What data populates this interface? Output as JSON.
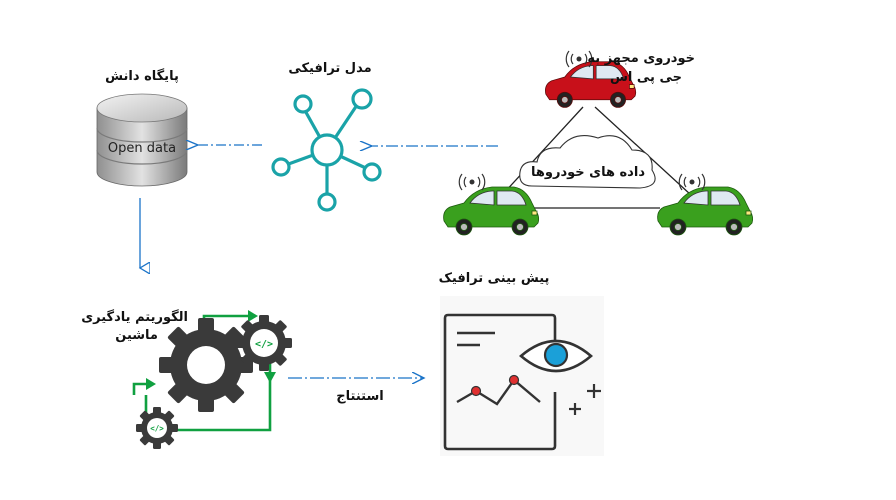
{
  "labels": {
    "knowledge_base": "پایگاه دانش",
    "open_data": "Open data",
    "traffic_model": "مدل ترافیکی",
    "gps_car_line1": "خودروی مجهز به",
    "gps_car_line2": "جی پی اس",
    "vehicle_data": "داده های خودروها",
    "ml_line1": "الگوریتم یادگیری",
    "ml_line2": "ماشین",
    "inference": "استنتاج",
    "traffic_prediction": "پیش بینی ترافیک",
    "code_symbol": "</>"
  },
  "icons": {
    "database": "database-icon",
    "network": "network-icon",
    "car": "car-icon",
    "gears": "gears-icon",
    "dashboard": "dashboard-icon"
  },
  "colors": {
    "arrow_blue": "#1a73c8",
    "network_teal": "#1aa3a8",
    "car_red": "#c8101a",
    "car_green": "#3aa01e",
    "gear_dark": "#3a3a3a",
    "flow_green": "#10a040",
    "eye_blue": "#1ba0d8",
    "point_red": "#e03030"
  }
}
